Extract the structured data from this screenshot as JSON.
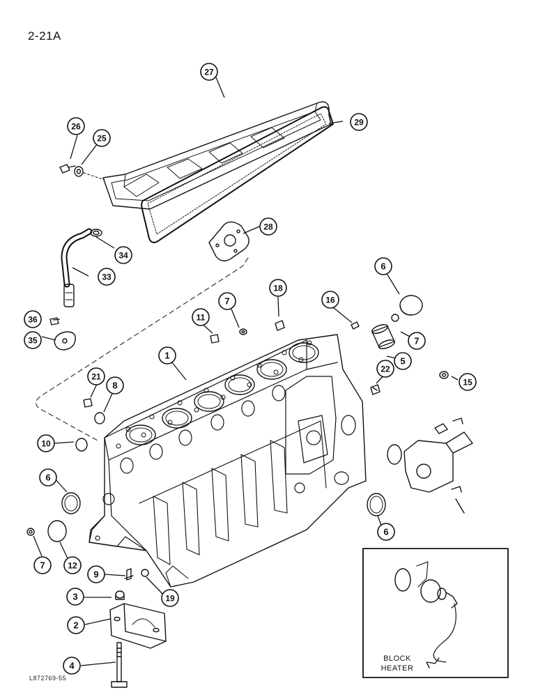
{
  "page_number": "2-21A",
  "figure_code": "L872769-55",
  "inset": {
    "line1": "BLOCK",
    "line2": "HEATER"
  },
  "callouts": [
    {
      "id": "c1",
      "label": "1"
    },
    {
      "id": "c2",
      "label": "2"
    },
    {
      "id": "c3",
      "label": "3"
    },
    {
      "id": "c4",
      "label": "4"
    },
    {
      "id": "c5",
      "label": "5"
    },
    {
      "id": "c6a",
      "label": "6"
    },
    {
      "id": "c6b",
      "label": "6"
    },
    {
      "id": "c6c",
      "label": "6"
    },
    {
      "id": "c7a",
      "label": "7"
    },
    {
      "id": "c7b",
      "label": "7"
    },
    {
      "id": "c7c",
      "label": "7"
    },
    {
      "id": "c8",
      "label": "8"
    },
    {
      "id": "c9",
      "label": "9"
    },
    {
      "id": "c10",
      "label": "10"
    },
    {
      "id": "c11",
      "label": "11"
    },
    {
      "id": "c12",
      "label": "12"
    },
    {
      "id": "c15",
      "label": "15"
    },
    {
      "id": "c16",
      "label": "16"
    },
    {
      "id": "c18",
      "label": "18"
    },
    {
      "id": "c19",
      "label": "19"
    },
    {
      "id": "c21",
      "label": "21"
    },
    {
      "id": "c22",
      "label": "22"
    },
    {
      "id": "c25",
      "label": "25"
    },
    {
      "id": "c26",
      "label": "26"
    },
    {
      "id": "c27",
      "label": "27"
    },
    {
      "id": "c28",
      "label": "28"
    },
    {
      "id": "c29",
      "label": "29"
    },
    {
      "id": "c33",
      "label": "33"
    },
    {
      "id": "c34",
      "label": "34"
    },
    {
      "id": "c35",
      "label": "35"
    },
    {
      "id": "c36",
      "label": "36"
    }
  ]
}
